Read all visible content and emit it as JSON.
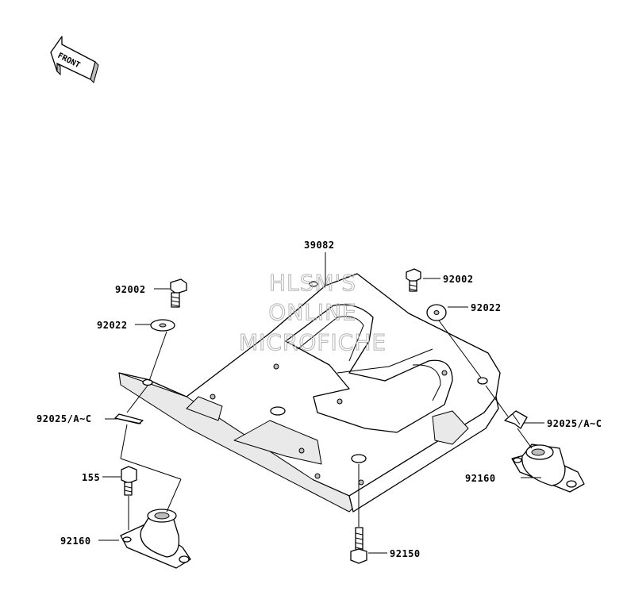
{
  "front_arrow": {
    "label": "FRONT"
  },
  "watermark": {
    "lines": [
      "HLSM'S",
      "ONLINE",
      "MICROFICHE"
    ]
  },
  "parts": [
    {
      "id": "p39082",
      "number": "39082"
    },
    {
      "id": "p92002a",
      "number": "92002"
    },
    {
      "id": "p92002b",
      "number": "92002"
    },
    {
      "id": "p92022a",
      "number": "92022"
    },
    {
      "id": "p92022b",
      "number": "92022"
    },
    {
      "id": "p92025a",
      "number": "92025/A~C"
    },
    {
      "id": "p92025b",
      "number": "92025/A~C"
    },
    {
      "id": "p155",
      "number": "155"
    },
    {
      "id": "p92160a",
      "number": "92160"
    },
    {
      "id": "p92160b",
      "number": "92160"
    },
    {
      "id": "p92150",
      "number": "92150"
    }
  ]
}
